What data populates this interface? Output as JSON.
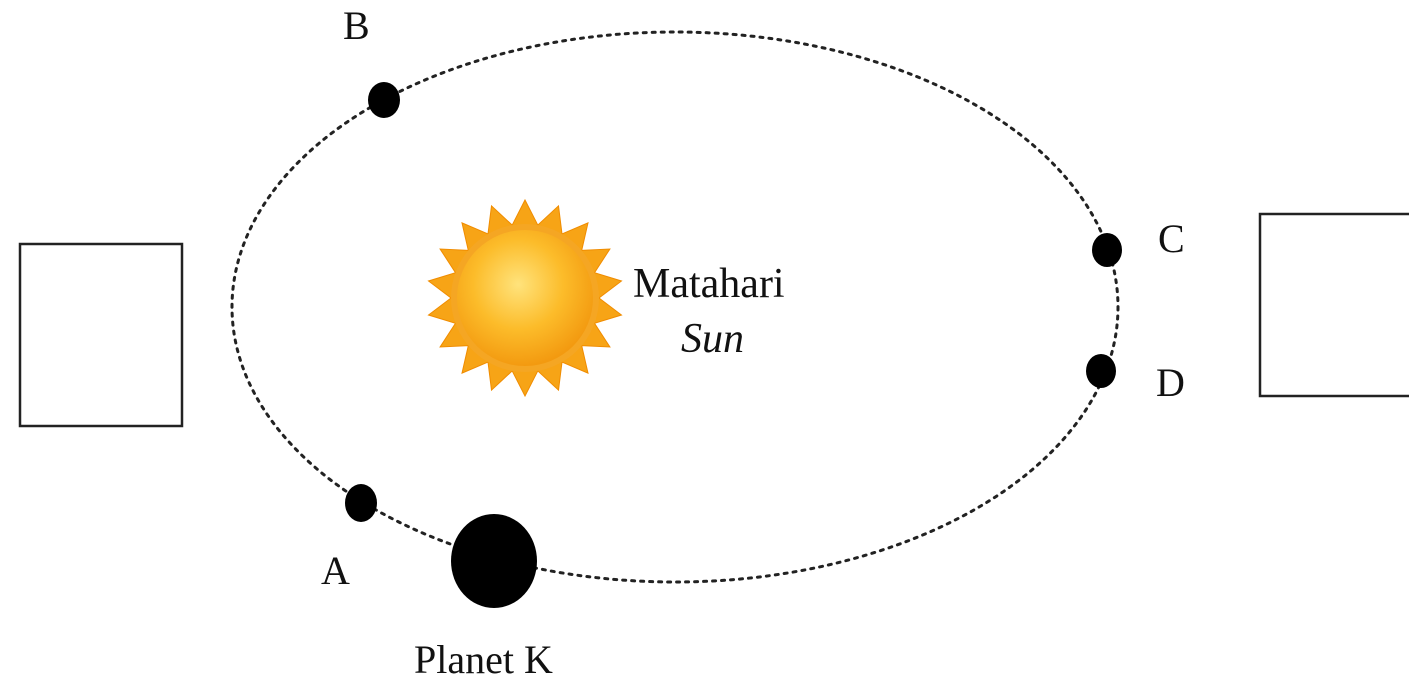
{
  "diagram": {
    "sun": {
      "label": "Matahari",
      "label_en": "Sun",
      "icon": "sun-icon"
    },
    "planet": {
      "label": "Planet K",
      "icon": "planet-icon"
    },
    "points": [
      {
        "id": "A",
        "label": "A"
      },
      {
        "id": "B",
        "label": "B"
      },
      {
        "id": "C",
        "label": "C"
      },
      {
        "id": "D",
        "label": "D"
      }
    ],
    "answer_boxes": [
      {
        "id": "left",
        "text": ""
      },
      {
        "id": "right",
        "text": ""
      }
    ],
    "colors": {
      "orbit": "#222222",
      "body": "#000000",
      "sun_rays": "#f7a416",
      "sun_core_light": "#ffe27a",
      "sun_core_dark": "#f39c12",
      "text": "#111111"
    }
  }
}
